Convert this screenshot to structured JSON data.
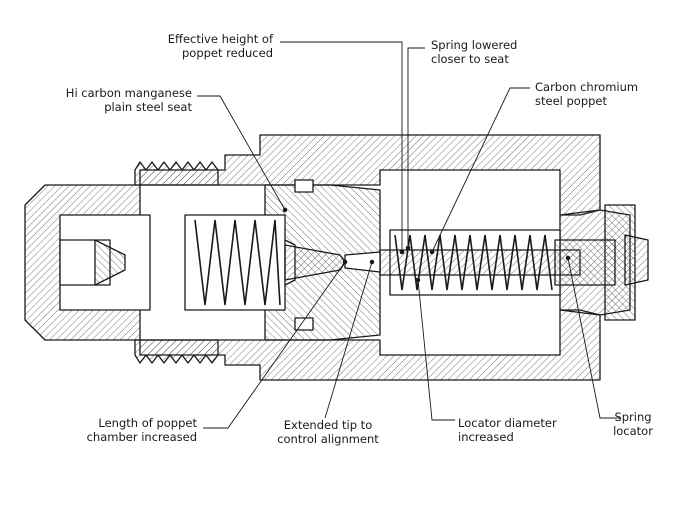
{
  "labels": {
    "effective_height": [
      "Effective height of",
      "poppet reduced"
    ],
    "spring_lowered": [
      "Spring lowered",
      "closer to seat"
    ],
    "hi_carbon": [
      "Hi carbon manganese",
      "plain steel seat"
    ],
    "carbon_chromium": [
      "Carbon chromium",
      "steel poppet"
    ],
    "length_chamber": [
      "Length of poppet",
      "chamber increased"
    ],
    "extended_tip": [
      "Extended tip to",
      "control alignment"
    ],
    "locator_diameter": [
      "Locator diameter",
      "increased"
    ],
    "spring_locator": [
      "Spring",
      "locator"
    ]
  },
  "colors": {
    "ink": "#1a1a1a",
    "hatch": "#555555",
    "background": "#ffffff"
  }
}
